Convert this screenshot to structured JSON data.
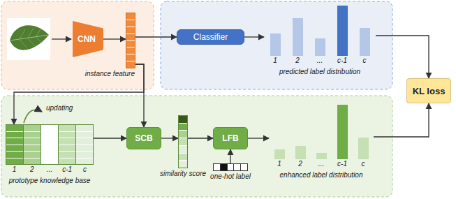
{
  "diagram": {
    "nodes": [
      {
        "text": [
          "CNN"
        ]
      },
      {
        "text": [
          "instance feature"
        ]
      },
      {
        "text": [
          "Classifier"
        ]
      },
      {
        "text": [
          "1",
          "2",
          "...",
          "c-1",
          "c",
          "predicted label distribution"
        ]
      },
      {
        "text": [
          "KL loss"
        ]
      },
      {
        "text": [
          "1",
          "2",
          "...",
          "c-1",
          "c",
          "prototype knowledge base"
        ]
      },
      {
        "text": [
          "SCB"
        ]
      },
      {
        "text": [
          "similarity score"
        ]
      },
      {
        "text": [
          "LFB"
        ]
      },
      {
        "text": [
          "one-hot label"
        ]
      },
      {
        "text": [
          "1",
          "2",
          "...",
          "c-1",
          "c",
          "enhanced label distribution"
        ]
      }
    ],
    "edges": [
      {
        "from": 0,
        "to": 1,
        "arrow": "to"
      },
      {
        "from": 1,
        "to": 2,
        "arrow": "to"
      },
      {
        "from": 2,
        "to": 3,
        "arrow": "to"
      },
      {
        "from": 3,
        "to": 4,
        "arrow": "to"
      },
      {
        "from": 1,
        "to": 5,
        "arrow": "to"
      },
      {
        "from": 1,
        "to": 6,
        "arrow": "to"
      },
      {
        "from": 5,
        "to": 6,
        "arrow": "to"
      },
      {
        "from": 6,
        "to": 7,
        "arrow": "to"
      },
      {
        "from": 7,
        "to": 8,
        "arrow": "to"
      },
      {
        "from": 9,
        "to": 8,
        "arrow": "to"
      },
      {
        "from": 8,
        "to": 10,
        "arrow": "to"
      },
      {
        "from": 10,
        "to": 4,
        "arrow": "to"
      }
    ],
    "labels": [
      "updating"
    ]
  }
}
